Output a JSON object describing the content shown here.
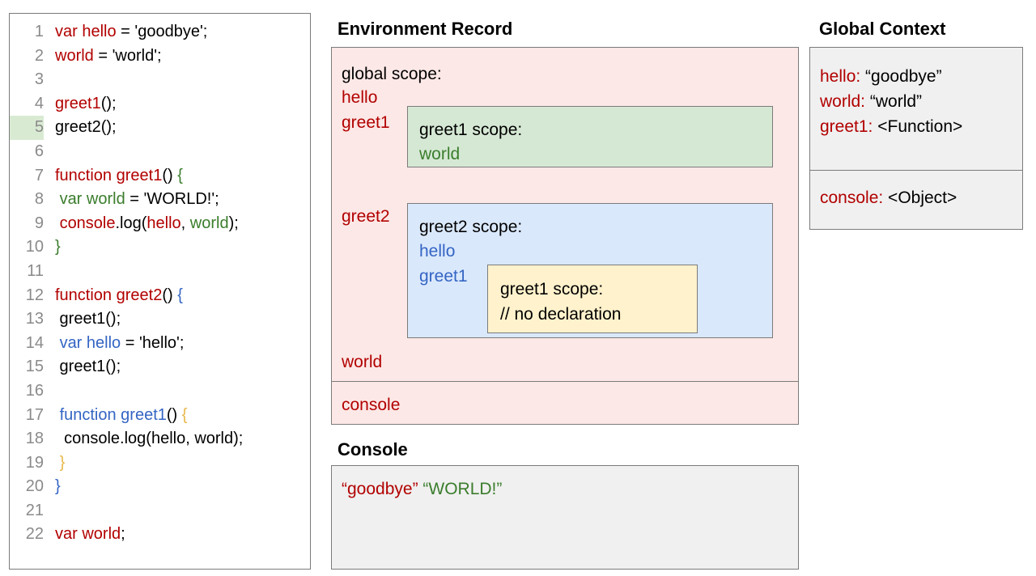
{
  "code_panel": {
    "lines": [
      {
        "number": "1",
        "highlighted": false,
        "tokens": [
          {
            "t": "var hello",
            "c": "red"
          },
          {
            "t": " = 'goodbye';",
            "c": "black"
          }
        ]
      },
      {
        "number": "2",
        "highlighted": false,
        "tokens": [
          {
            "t": "world",
            "c": "red"
          },
          {
            "t": " = 'world';",
            "c": "black"
          }
        ]
      },
      {
        "number": "3",
        "highlighted": false,
        "tokens": [
          {
            "t": "",
            "c": "black"
          }
        ]
      },
      {
        "number": "4",
        "highlighted": false,
        "tokens": [
          {
            "t": "greet1",
            "c": "red"
          },
          {
            "t": "();",
            "c": "black"
          }
        ]
      },
      {
        "number": "5",
        "highlighted": true,
        "tokens": [
          {
            "t": "greet2();",
            "c": "black"
          }
        ]
      },
      {
        "number": "6",
        "highlighted": false,
        "tokens": [
          {
            "t": "",
            "c": "black"
          }
        ]
      },
      {
        "number": "7",
        "highlighted": false,
        "tokens": [
          {
            "t": "function greet1",
            "c": "red"
          },
          {
            "t": "() ",
            "c": "black"
          },
          {
            "t": "{",
            "c": "green"
          }
        ]
      },
      {
        "number": "8",
        "highlighted": false,
        "tokens": [
          {
            "t": " ",
            "c": "black"
          },
          {
            "t": "var world",
            "c": "green"
          },
          {
            "t": " = 'WORLD!';",
            "c": "black"
          }
        ]
      },
      {
        "number": "9",
        "highlighted": false,
        "tokens": [
          {
            "t": " ",
            "c": "black"
          },
          {
            "t": "console",
            "c": "red"
          },
          {
            "t": ".log(",
            "c": "black"
          },
          {
            "t": "hello",
            "c": "red"
          },
          {
            "t": ", ",
            "c": "black"
          },
          {
            "t": "world",
            "c": "green"
          },
          {
            "t": ");",
            "c": "black"
          }
        ]
      },
      {
        "number": "10",
        "highlighted": false,
        "tokens": [
          {
            "t": "}",
            "c": "green"
          }
        ]
      },
      {
        "number": "11",
        "highlighted": false,
        "tokens": [
          {
            "t": "",
            "c": "black"
          }
        ]
      },
      {
        "number": "12",
        "highlighted": false,
        "tokens": [
          {
            "t": "function greet2",
            "c": "red"
          },
          {
            "t": "() ",
            "c": "black"
          },
          {
            "t": "{",
            "c": "blue"
          }
        ]
      },
      {
        "number": "13",
        "highlighted": false,
        "tokens": [
          {
            "t": " greet1();",
            "c": "black"
          }
        ]
      },
      {
        "number": "14",
        "highlighted": false,
        "tokens": [
          {
            "t": " ",
            "c": "black"
          },
          {
            "t": "var hello",
            "c": "blue"
          },
          {
            "t": " = 'hello';",
            "c": "black"
          }
        ]
      },
      {
        "number": "15",
        "highlighted": false,
        "tokens": [
          {
            "t": " greet1();",
            "c": "black"
          }
        ]
      },
      {
        "number": "16",
        "highlighted": false,
        "tokens": [
          {
            "t": "",
            "c": "black"
          }
        ]
      },
      {
        "number": "17",
        "highlighted": false,
        "tokens": [
          {
            "t": " ",
            "c": "black"
          },
          {
            "t": "function greet1",
            "c": "blue"
          },
          {
            "t": "() ",
            "c": "black"
          },
          {
            "t": "{",
            "c": "tan"
          }
        ]
      },
      {
        "number": "18",
        "highlighted": false,
        "tokens": [
          {
            "t": "  console.log(hello, world);",
            "c": "black"
          }
        ]
      },
      {
        "number": "19",
        "highlighted": false,
        "tokens": [
          {
            "t": " ",
            "c": "black"
          },
          {
            "t": "}",
            "c": "tan"
          }
        ]
      },
      {
        "number": "20",
        "highlighted": false,
        "tokens": [
          {
            "t": "}",
            "c": "blue"
          }
        ]
      },
      {
        "number": "21",
        "highlighted": false,
        "tokens": [
          {
            "t": "",
            "c": "black"
          }
        ]
      },
      {
        "number": "22",
        "highlighted": false,
        "tokens": [
          {
            "t": "var world",
            "c": "red"
          },
          {
            "t": ";",
            "c": "black"
          }
        ]
      }
    ]
  },
  "environment_record": {
    "title": "Environment Record",
    "global_scope_label": "global scope:",
    "bindings": {
      "hello": "hello",
      "greet1": "greet1",
      "greet2": "greet2",
      "world": "world",
      "console": "console"
    },
    "greet1_scope": {
      "title": "greet1 scope:",
      "variable": "world"
    },
    "greet2_scope": {
      "title": "greet2 scope:",
      "var1": "hello",
      "var2": "greet1",
      "nested_greet1_scope": {
        "title": "greet1 scope:",
        "note": "// no declaration"
      }
    }
  },
  "console": {
    "title": "Console",
    "output": [
      {
        "text": "“goodbye”",
        "color": "red"
      },
      {
        "text": "“WORLD!”",
        "color": "green"
      }
    ]
  },
  "global_context": {
    "title": "Global Context",
    "upper_rows": [
      {
        "key": "hello:",
        "value": "“goodbye”"
      },
      {
        "key": "world:",
        "value": "“world”"
      },
      {
        "key": "greet1:",
        "value": "<Function>"
      }
    ],
    "lower_rows": [
      {
        "key": "console:",
        "value": "<Object>"
      }
    ]
  },
  "colors": {
    "red": "#b20000",
    "green": "#3a7d2c",
    "blue": "#3465c4",
    "tan": "#e8b84b",
    "pink_bg": "#fce8e6",
    "green_bg": "#d5e8d4",
    "blue_bg": "#dae8fc",
    "yellow_bg": "#fff2cc",
    "gray_bg": "#f0f0f0",
    "border": "#7b7b7b",
    "line_highlight": "#d9ead3"
  }
}
